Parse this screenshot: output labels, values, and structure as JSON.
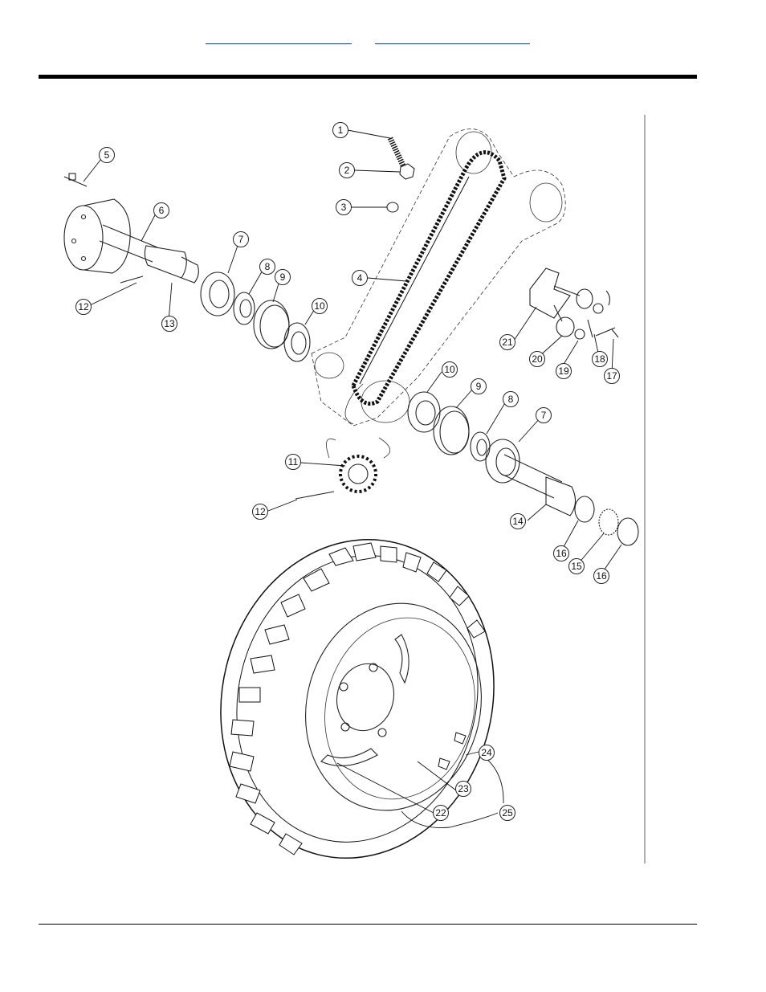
{
  "header": {
    "link_left": "",
    "link_right": ""
  },
  "diagram": {
    "callouts": [
      {
        "id": "c1",
        "label": "1"
      },
      {
        "id": "c2",
        "label": "2"
      },
      {
        "id": "c3",
        "label": "3"
      },
      {
        "id": "c4",
        "label": "4"
      },
      {
        "id": "c5",
        "label": "5"
      },
      {
        "id": "c6",
        "label": "6"
      },
      {
        "id": "c7a",
        "label": "7"
      },
      {
        "id": "c8a",
        "label": "8"
      },
      {
        "id": "c9a",
        "label": "9"
      },
      {
        "id": "c10a",
        "label": "10"
      },
      {
        "id": "c12a",
        "label": "12"
      },
      {
        "id": "c13",
        "label": "13"
      },
      {
        "id": "c21",
        "label": "21"
      },
      {
        "id": "c20",
        "label": "20"
      },
      {
        "id": "c19",
        "label": "19"
      },
      {
        "id": "c18",
        "label": "18"
      },
      {
        "id": "c17",
        "label": "17"
      },
      {
        "id": "c10b",
        "label": "10"
      },
      {
        "id": "c9b",
        "label": "9"
      },
      {
        "id": "c8b",
        "label": "8"
      },
      {
        "id": "c7b",
        "label": "7"
      },
      {
        "id": "c11",
        "label": "11"
      },
      {
        "id": "c12b",
        "label": "12"
      },
      {
        "id": "c14",
        "label": "14"
      },
      {
        "id": "c16a",
        "label": "16"
      },
      {
        "id": "c15",
        "label": "15"
      },
      {
        "id": "c16b",
        "label": "16"
      },
      {
        "id": "c24",
        "label": "24"
      },
      {
        "id": "c23",
        "label": "23"
      },
      {
        "id": "c22",
        "label": "22"
      },
      {
        "id": "c25",
        "label": "25"
      }
    ]
  }
}
